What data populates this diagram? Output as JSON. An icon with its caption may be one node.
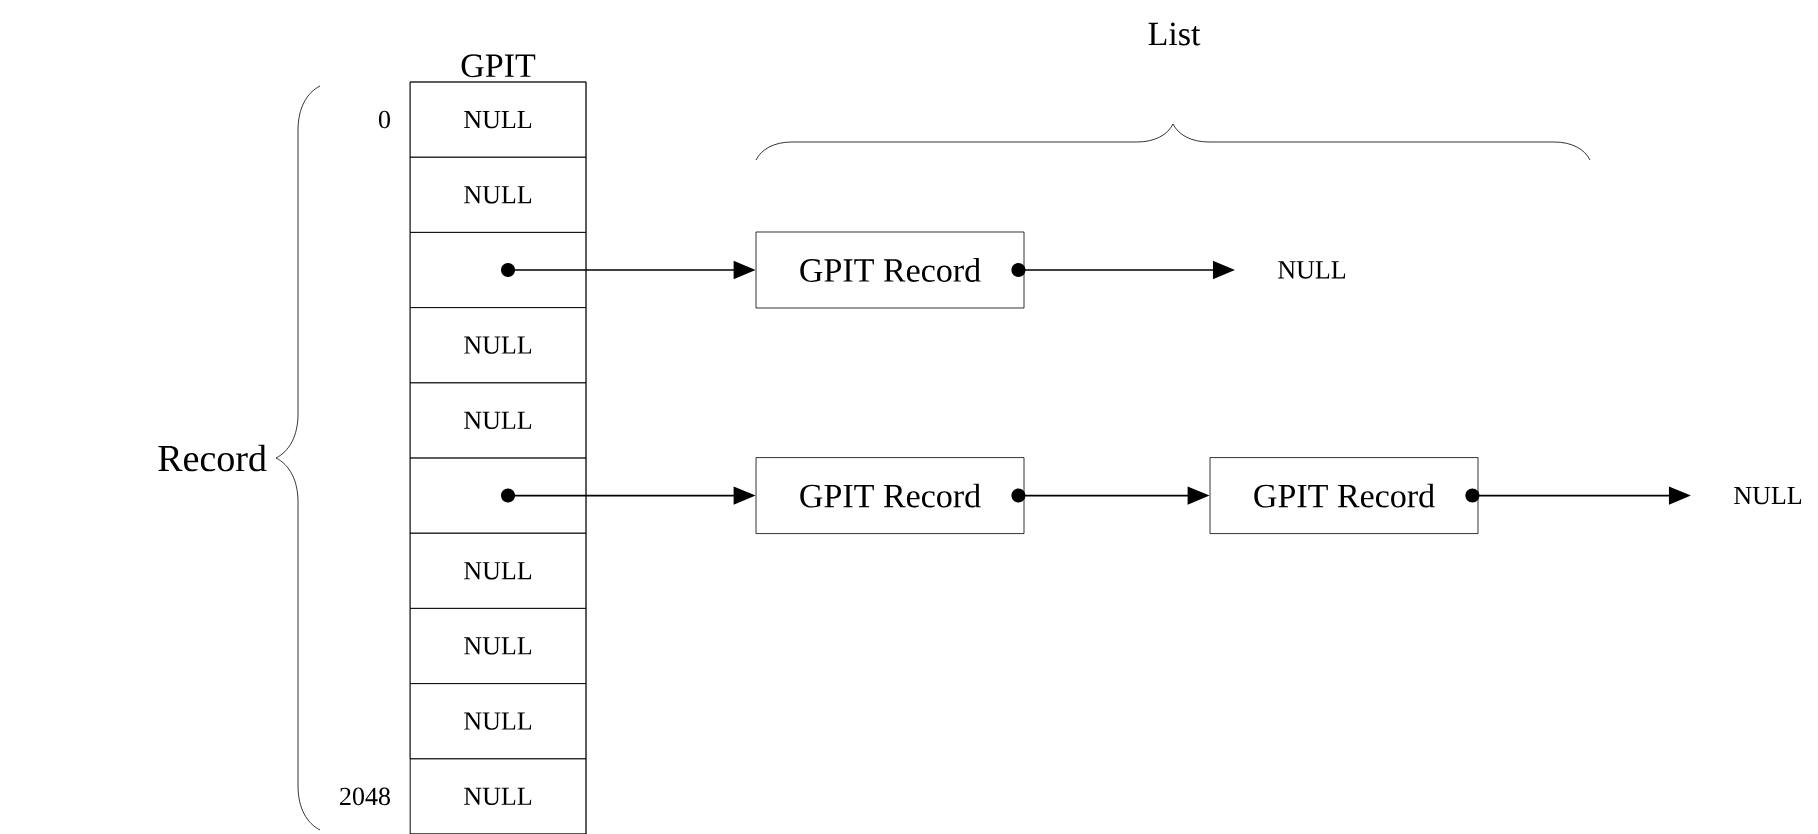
{
  "diagram": {
    "nodes": [
      {
        "text": [
          "GPIT"
        ]
      },
      {
        "text": [
          "NULL"
        ],
        "in": 0
      },
      {
        "text": [
          "NULL"
        ],
        "in": 0
      },
      {
        "text": [],
        "shape": "box",
        "in": 0
      },
      {
        "text": [
          "NULL"
        ],
        "in": 0
      },
      {
        "text": [
          "NULL"
        ],
        "in": 0
      },
      {
        "text": [],
        "shape": "box",
        "in": 0
      },
      {
        "text": [
          "NULL"
        ],
        "in": 0
      },
      {
        "text": [
          "NULL"
        ],
        "in": 0
      },
      {
        "text": [
          "NULL"
        ],
        "in": 0
      },
      {
        "text": [
          "NULL"
        ],
        "in": 0
      },
      {
        "text": [
          "GPIT Record"
        ]
      },
      {
        "text": [
          "GPIT Record"
        ]
      },
      {
        "text": [
          "GPIT Record"
        ]
      },
      {
        "text": [
          "NULL"
        ]
      },
      {
        "text": [
          "NULL"
        ]
      }
    ],
    "edges": [
      {
        "from": 3,
        "to": 11,
        "arrow": "to"
      },
      {
        "from": 11,
        "to": 14,
        "arrow": "to"
      },
      {
        "from": 6,
        "to": 12,
        "arrow": "to"
      },
      {
        "from": 12,
        "to": 13,
        "arrow": "to"
      },
      {
        "from": 13,
        "to": 15,
        "arrow": "to"
      }
    ],
    "labels": [
      "List",
      "0",
      "Record",
      "2048"
    ]
  }
}
